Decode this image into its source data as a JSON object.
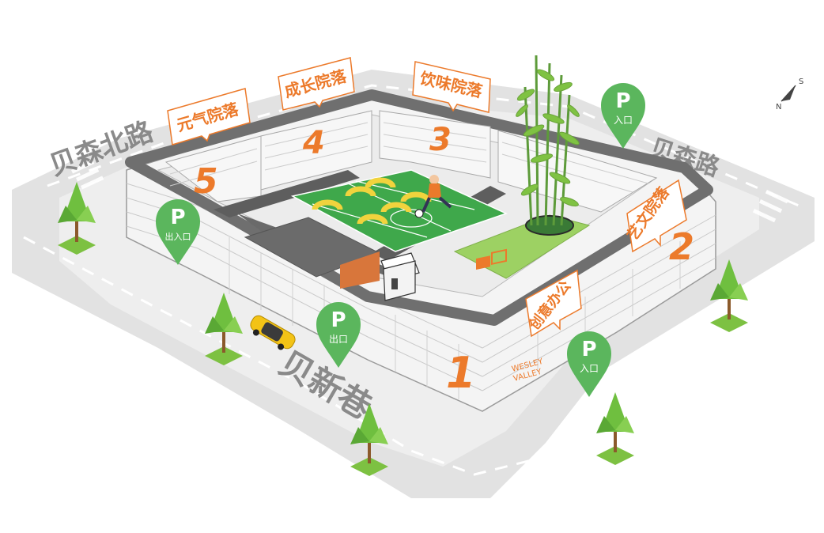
{
  "roads": {
    "north": "贝森北路",
    "east": "贝森路",
    "south": "贝新巷"
  },
  "compass": {
    "n": "N",
    "s": "S"
  },
  "courtyards": [
    {
      "name": "元气院落",
      "number": "5"
    },
    {
      "name": "成长院落",
      "number": "4"
    },
    {
      "name": "饮味院落",
      "number": "3"
    },
    {
      "name": "艺文院落",
      "number": "2"
    }
  ],
  "office": {
    "name": "创意办公",
    "number": "1"
  },
  "parking": [
    {
      "letter": "P",
      "label": "入口"
    },
    {
      "letter": "P",
      "label": "出入口"
    },
    {
      "letter": "P",
      "label": "出口"
    },
    {
      "letter": "P",
      "label": "入口"
    }
  ],
  "brand": {
    "line1": "WESLEY",
    "line2": "VALLEY"
  },
  "colors": {
    "accent": "#ec7a2b",
    "parking": "#5bb65d",
    "road": "#d9d9d9",
    "grass": "#8fc95a"
  }
}
